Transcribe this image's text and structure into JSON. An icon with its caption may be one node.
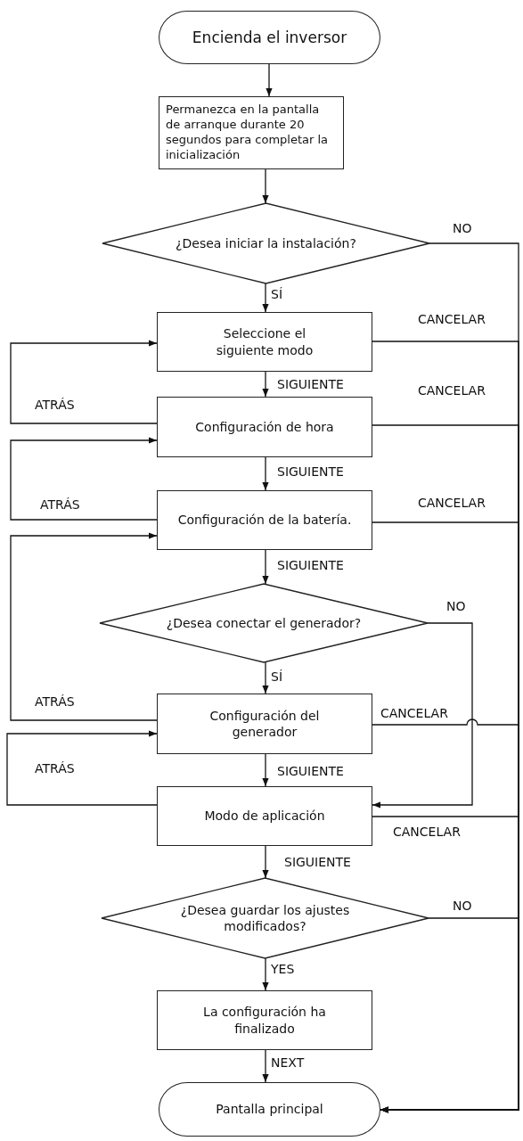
{
  "diagram": {
    "nodes": [
      {
        "text": [
          "Encienda el inversor"
        ]
      },
      {
        "text": [
          "Permanezca en la pantalla de arranque durante 20 segundos para completar la inicialización"
        ]
      },
      {
        "text": [
          "¿Desea iniciar la instalación?"
        ]
      },
      {
        "text": [
          "Seleccione el siguiente modo"
        ]
      },
      {
        "text": [
          "Configuración de hora"
        ]
      },
      {
        "text": [
          "Configuración de la batería."
        ]
      },
      {
        "text": [
          "¿Desea conectar el generador?"
        ]
      },
      {
        "text": [
          "Configuración del generador"
        ]
      },
      {
        "text": [
          "Modo de aplicación"
        ]
      },
      {
        "text": [
          "¿Desea guardar los ajustes modificados?"
        ]
      },
      {
        "text": [
          "La configuración ha finalizado"
        ]
      },
      {
        "text": [
          "Pantalla principal"
        ]
      }
    ],
    "edges": [
      {
        "from": 0,
        "to": 1,
        "arrow": "to"
      },
      {
        "from": 1,
        "to": 2,
        "arrow": "to"
      },
      {
        "from": 2,
        "to": 3,
        "arrow": "to",
        "label": "SÍ"
      },
      {
        "from": 3,
        "to": 4,
        "arrow": "to",
        "label": "SIGUIENTE"
      },
      {
        "from": 4,
        "to": 5,
        "arrow": "to",
        "label": "SIGUIENTE"
      },
      {
        "from": 5,
        "to": 6,
        "arrow": "to",
        "label": "SIGUIENTE"
      },
      {
        "from": 6,
        "to": 7,
        "arrow": "to",
        "label": "SÍ"
      },
      {
        "from": 7,
        "to": 8,
        "arrow": "to",
        "label": "SIGUIENTE"
      },
      {
        "from": 8,
        "to": 9,
        "arrow": "to",
        "label": "SIGUIENTE"
      },
      {
        "from": 9,
        "to": 10,
        "arrow": "to",
        "label": "YES"
      },
      {
        "from": 10,
        "to": 11,
        "arrow": "to",
        "label": "NEXT"
      },
      {
        "from": 4,
        "to": 3,
        "arrow": "to",
        "label": "ATRÁS"
      },
      {
        "from": 5,
        "to": 4,
        "arrow": "to",
        "label": "ATRÁS"
      },
      {
        "from": 7,
        "to": 5,
        "arrow": "to",
        "label": "ATRÁS"
      },
      {
        "from": 8,
        "to": 7,
        "arrow": "to",
        "label": "ATRÁS"
      },
      {
        "from": 6,
        "to": 8,
        "arrow": "to",
        "label": "NO"
      },
      {
        "from": 2,
        "to": 11,
        "arrow": "to",
        "label": "NO"
      },
      {
        "from": 3,
        "to": 11,
        "arrow": "to",
        "label": "CANCELAR"
      },
      {
        "from": 4,
        "to": 11,
        "arrow": "to",
        "label": "CANCELAR"
      },
      {
        "from": 5,
        "to": 11,
        "arrow": "to",
        "label": "CANCELAR"
      },
      {
        "from": 7,
        "to": 11,
        "arrow": "to",
        "label": "CANCELAR"
      },
      {
        "from": 8,
        "to": 11,
        "arrow": "to",
        "label": "CANCELAR"
      },
      {
        "from": 9,
        "to": 11,
        "arrow": "to",
        "label": "NO"
      }
    ]
  }
}
